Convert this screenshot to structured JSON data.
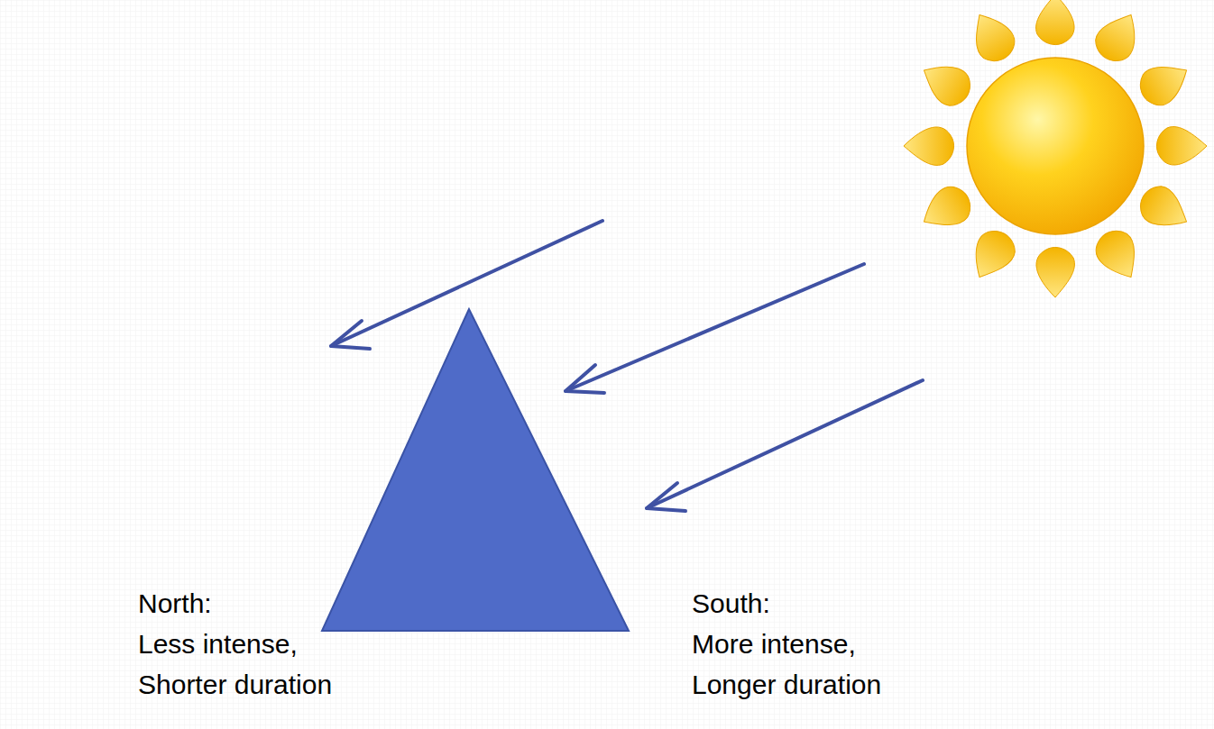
{
  "diagram": {
    "labels": [
      "North:",
      "Less intense,",
      "Shorter duration",
      "South:",
      "More intense,",
      "Longer duration"
    ]
  }
}
